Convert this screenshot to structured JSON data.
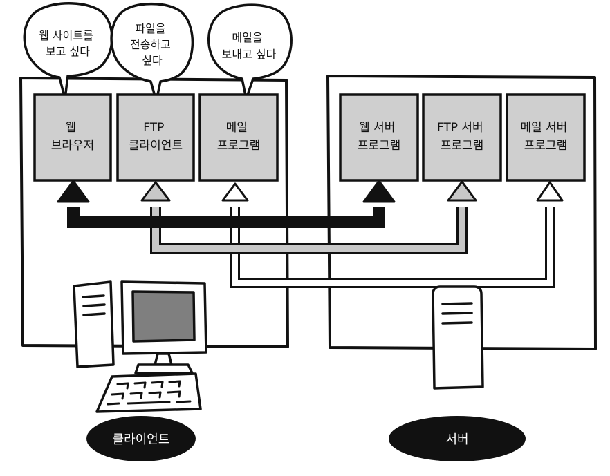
{
  "bubbles": {
    "web": [
      "웹 사이트를",
      "보고 싶다"
    ],
    "ftp": [
      "파일을",
      "전송하고",
      "싶다"
    ],
    "mail": [
      "메일을",
      "보내고 싶다"
    ]
  },
  "client": {
    "label": "클라이언트",
    "programs": {
      "web": [
        "웹",
        "브라우저"
      ],
      "ftp": [
        "FTP",
        "클라이언트"
      ],
      "mail": [
        "메일",
        "프로그램"
      ]
    }
  },
  "server": {
    "label": "서버",
    "programs": {
      "web": [
        "웹 서버",
        "프로그램"
      ],
      "ftp": [
        "FTP 서버",
        "프로그램"
      ],
      "mail": [
        "메일 서버",
        "프로그램"
      ]
    }
  },
  "colors": {
    "box_fill": "#cfcfcf",
    "line": "#111111",
    "arrow_web": "#111111",
    "arrow_ftp": "#c8c8c8",
    "arrow_mail": "#ffffff",
    "pill": "#111111"
  },
  "icons": {
    "client": "desktop-computer-icon",
    "server": "tower-server-icon"
  }
}
